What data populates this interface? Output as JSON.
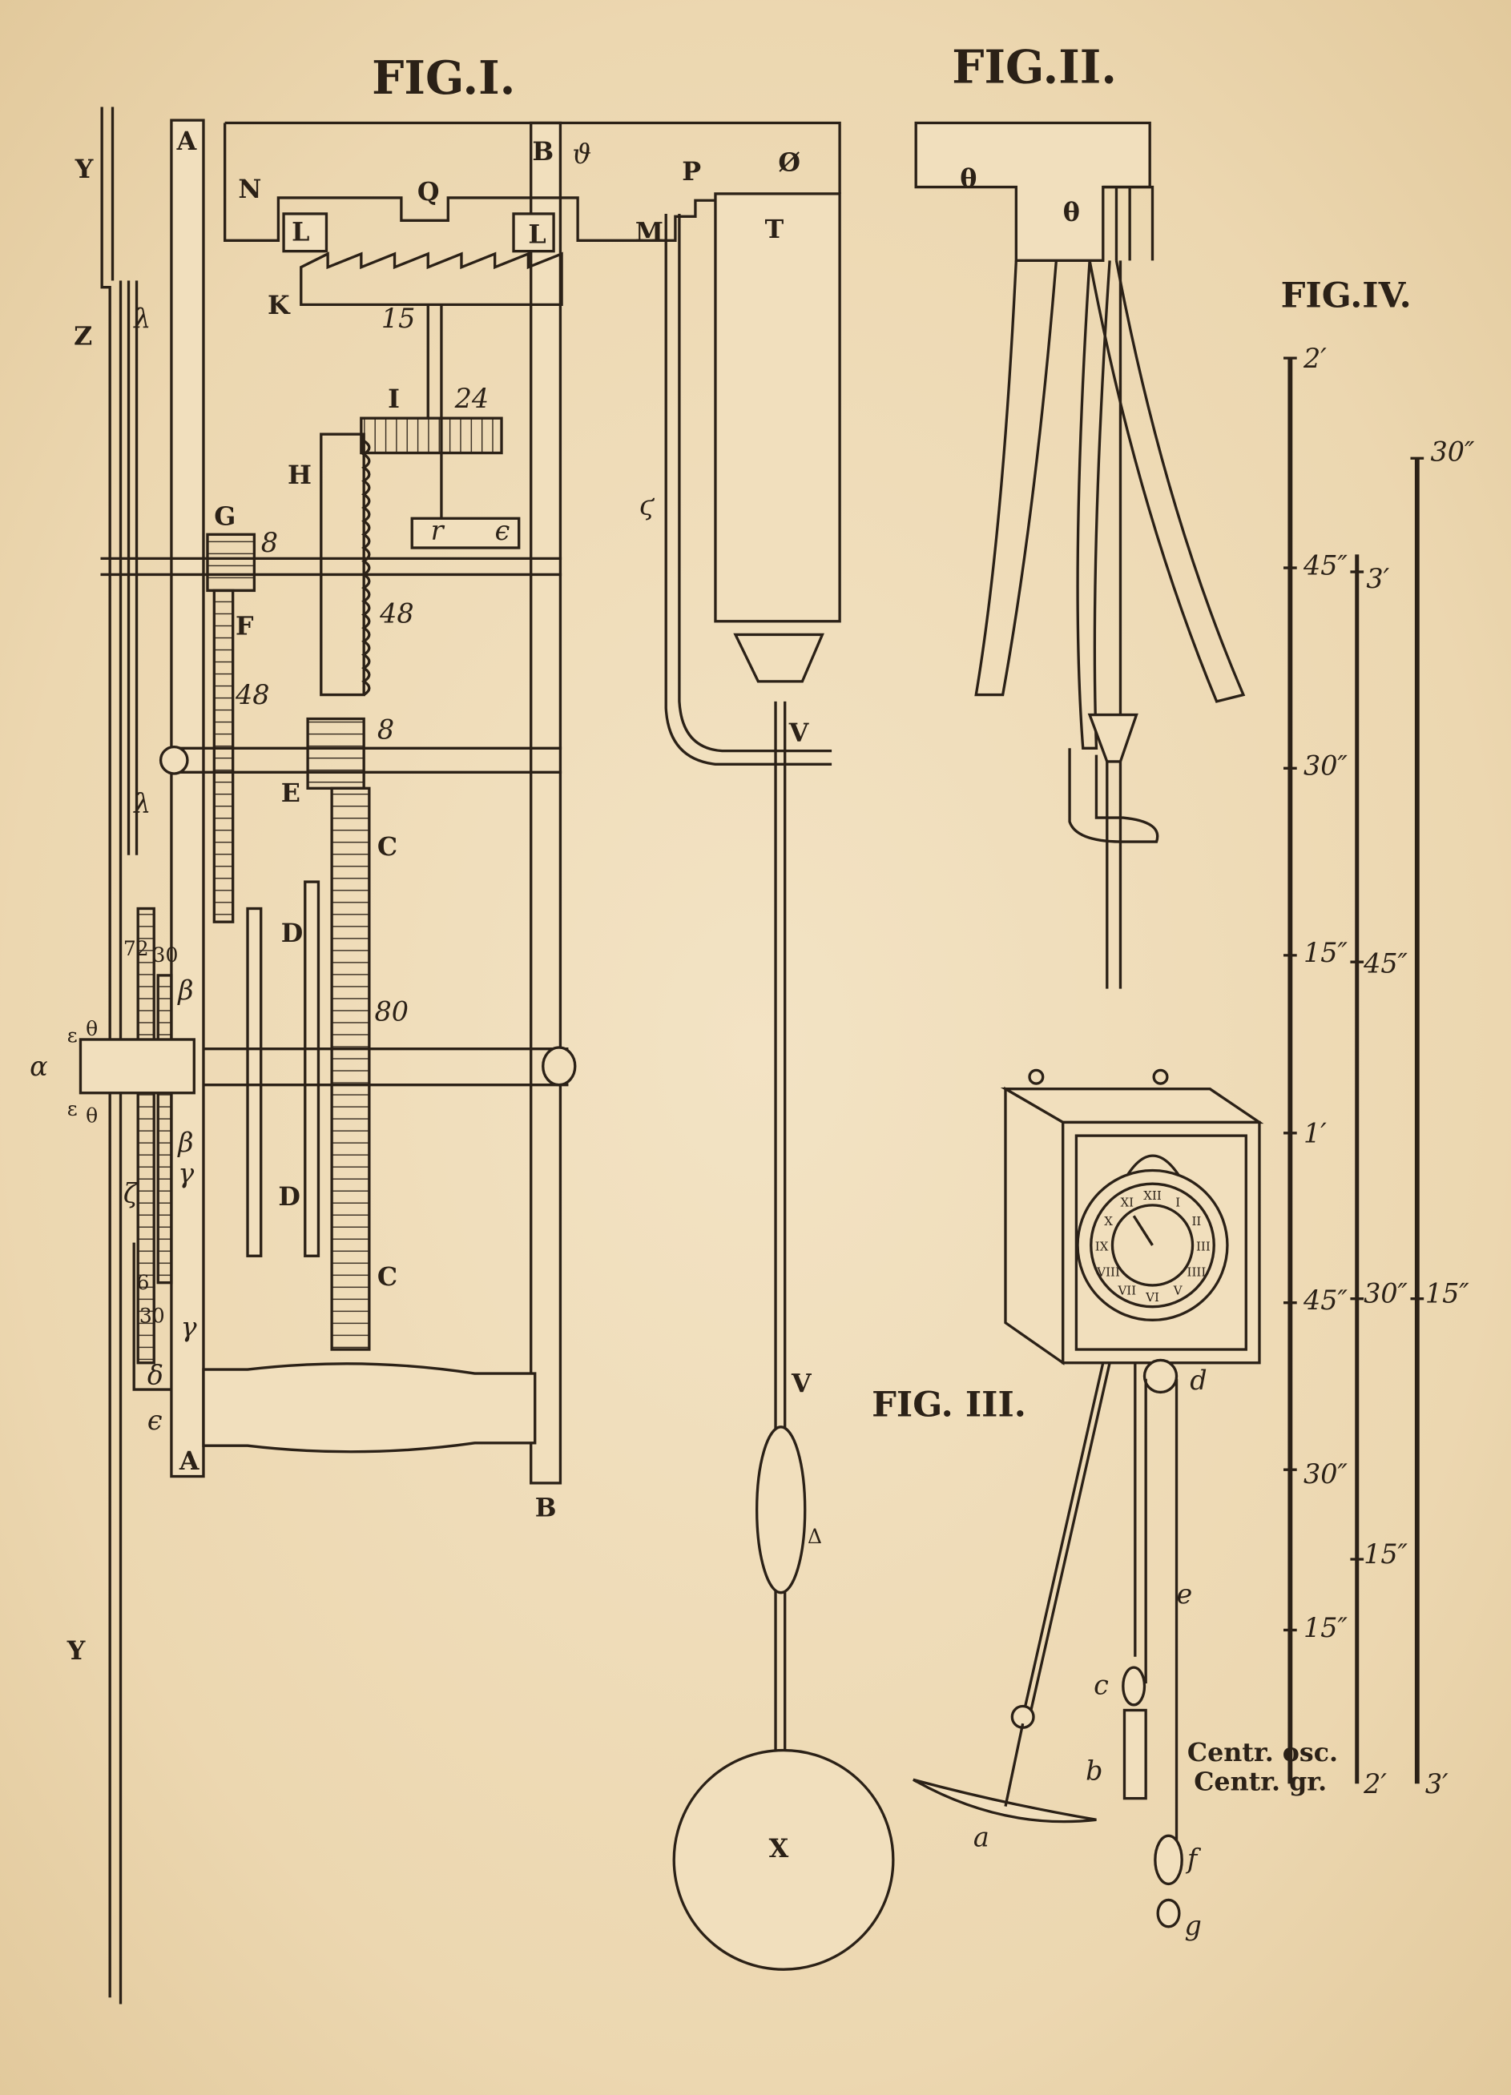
{
  "fig1": {
    "title": "FIG.I.",
    "labels": [
      "A",
      "B",
      "N",
      "Q",
      "L",
      "L",
      "K",
      "15",
      "I",
      "24",
      "H",
      "G",
      "8",
      "F",
      "48",
      "48",
      "8",
      "E",
      "C",
      "C",
      "D",
      "D",
      "80",
      "r",
      "ϵ",
      "P",
      "Ø",
      "M",
      "T",
      "ϛ",
      "V",
      "V",
      "X",
      "Δ",
      "Y",
      "Z",
      "λ",
      "λ",
      "Y",
      "α",
      "θ",
      "ε",
      "θ",
      "ε",
      "β",
      "β",
      "γ",
      "γ",
      "72",
      "30",
      "ζ",
      "6",
      "30",
      "δ",
      "ϵ",
      "A",
      "B",
      "ϑ"
    ]
  },
  "fig2": {
    "title": "FIG.II.",
    "labels": [
      "θ",
      "θ"
    ]
  },
  "fig3": {
    "title": "FIG. III.",
    "labels": [
      "a",
      "b",
      "c",
      "d",
      "e",
      "f",
      "g"
    ],
    "dial": [
      "XII",
      "I",
      "II",
      "III",
      "IIII",
      "V",
      "VI",
      "VII",
      "VIII",
      "IX",
      "X",
      "XI"
    ]
  },
  "fig4": {
    "title": "FIG.IV.",
    "scale1": [
      "2′",
      "45″",
      "30″",
      "15″",
      "1′",
      "45″",
      "30″",
      "15″"
    ],
    "scale2": [
      "3′",
      "45″",
      "30″",
      "15″",
      "2′"
    ],
    "scale3": [
      "30″",
      "15″",
      "3′"
    ],
    "centr_osc": "Centr. osc.",
    "centr_gr": "Centr. gr."
  }
}
